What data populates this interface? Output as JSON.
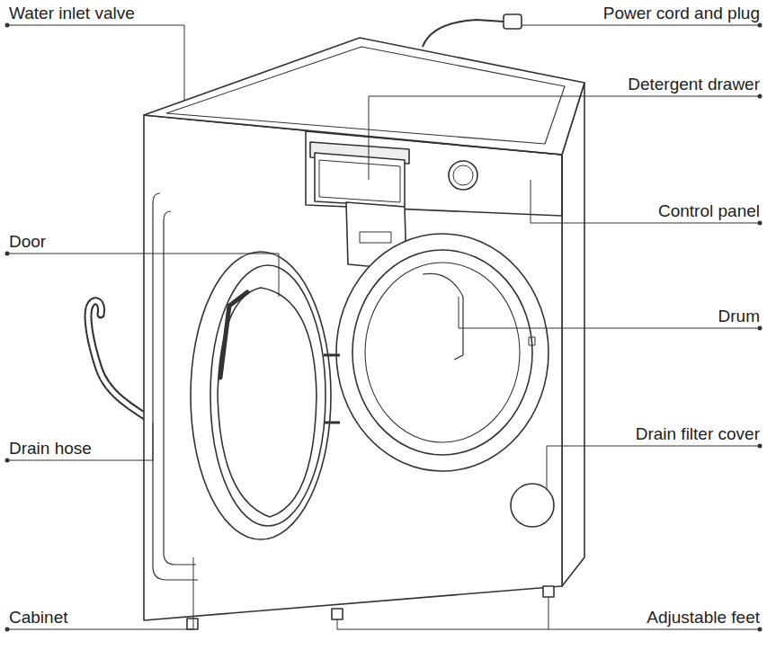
{
  "diagram": {
    "labels": [
      "Water inlet valve",
      "Power cord and plug",
      "Detergent drawer",
      "Control panel",
      "Door",
      "Drum",
      "Drain filter cover",
      "Drain hose",
      "Cabinet",
      "Adjustable feet"
    ]
  }
}
